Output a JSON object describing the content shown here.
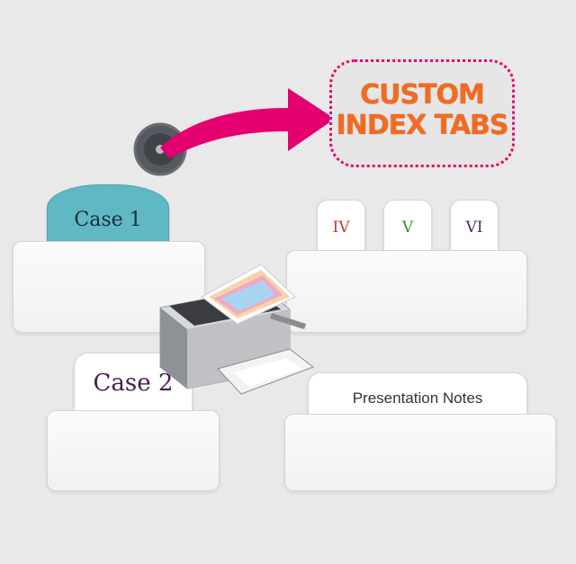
{
  "callout": {
    "line1": "CUSTOM",
    "line2": "INDEX TABS",
    "text_color": "#f26b23",
    "border_color": "#e4006e"
  },
  "arrow": {
    "color": "#e4006e",
    "icon": "arrow-icon"
  },
  "disc": {
    "icon": "disc-icon"
  },
  "printer": {
    "icon": "printer-icon"
  },
  "tabs": {
    "case1": {
      "label": "Case 1",
      "color": "#5fb8c4"
    },
    "roman": [
      {
        "label": "IV",
        "color": "#c0392b"
      },
      {
        "label": "V",
        "color": "#3a8a2e"
      },
      {
        "label": "VI",
        "color": "#4a2a6a"
      }
    ],
    "case2": {
      "label": "Case 2"
    },
    "notes": {
      "label": "Presentation Notes"
    }
  }
}
